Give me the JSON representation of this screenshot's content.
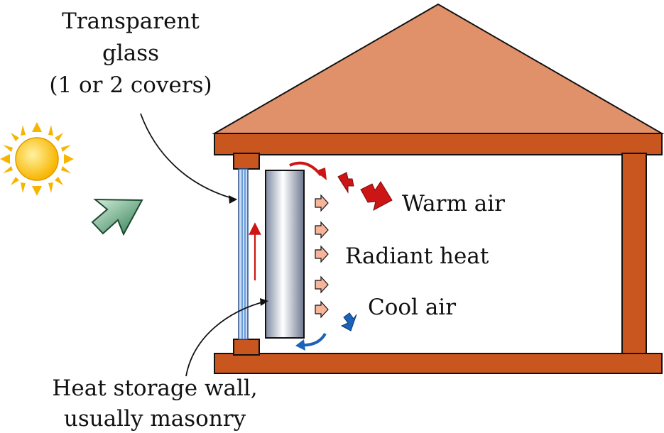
{
  "labels": {
    "glass_line1": "Transparent",
    "glass_line2": "glass",
    "glass_line3": "(1 or 2 covers)",
    "warm_air": "Warm air",
    "radiant_heat": "Radiant heat",
    "cool_air": "Cool air",
    "wall_line1": "Heat storage wall,",
    "wall_line2": "usually masonry"
  },
  "colors": {
    "roof": "#e0916a",
    "structure": "#c9561f",
    "sun": "#f7b500",
    "sunlight_arrow": "#2e7d50",
    "warm_arrow": "#cc1616",
    "cool_arrow": "#1a63b8",
    "radiant_arrow": "#f6b49a",
    "glass": "#8fb8e8"
  },
  "icons": {
    "sun": "sun-icon",
    "sunlight": "sunlight-arrow-icon"
  }
}
